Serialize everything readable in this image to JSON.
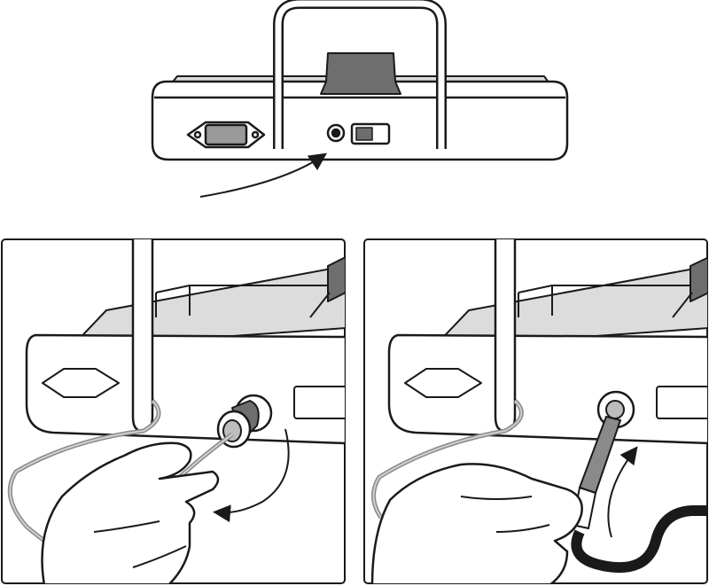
{
  "figure": {
    "top_view": {
      "label": "device-rear-view"
    },
    "panel_left": {
      "label": "remove-cap-step"
    },
    "panel_right": {
      "label": "insert-plug-step"
    }
  },
  "colors": {
    "line": "#1a1a1a",
    "panel_fill": "#ffffff",
    "top_fill": "#d8d8d8",
    "knob_fill": "#6e6e6e",
    "cable": "#1a1a1a",
    "cord": "#8a8a8a",
    "plug_tip": "#8a8a8a"
  }
}
